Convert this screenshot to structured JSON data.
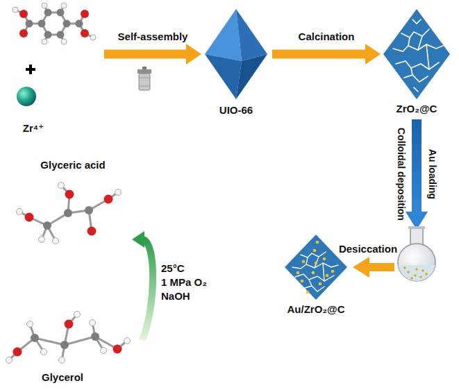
{
  "diagram": {
    "nodes": [
      {
        "text": [
          "Zr⁴⁺"
        ]
      },
      {
        "text": [
          "UIO-66"
        ]
      },
      {
        "text": [
          "ZrO₂@C"
        ]
      },
      {
        "text": [
          "Au/ZrO₂@C"
        ]
      },
      {
        "text": [
          "Glyceric acid"
        ]
      },
      {
        "text": [
          "Glycerol"
        ]
      }
    ],
    "edges": [
      {
        "from": 0,
        "to": 1,
        "label": "Self-assembly",
        "arrow": "to"
      },
      {
        "from": 1,
        "to": 2,
        "label": "Calcination",
        "arrow": "to"
      },
      {
        "from": 5,
        "to": 4,
        "arrow": "to"
      }
    ],
    "labels": [
      "Au loading",
      "Colloidal deposition",
      "Desiccation",
      "25°C",
      "1 MPa O₂",
      "NaOH"
    ]
  }
}
